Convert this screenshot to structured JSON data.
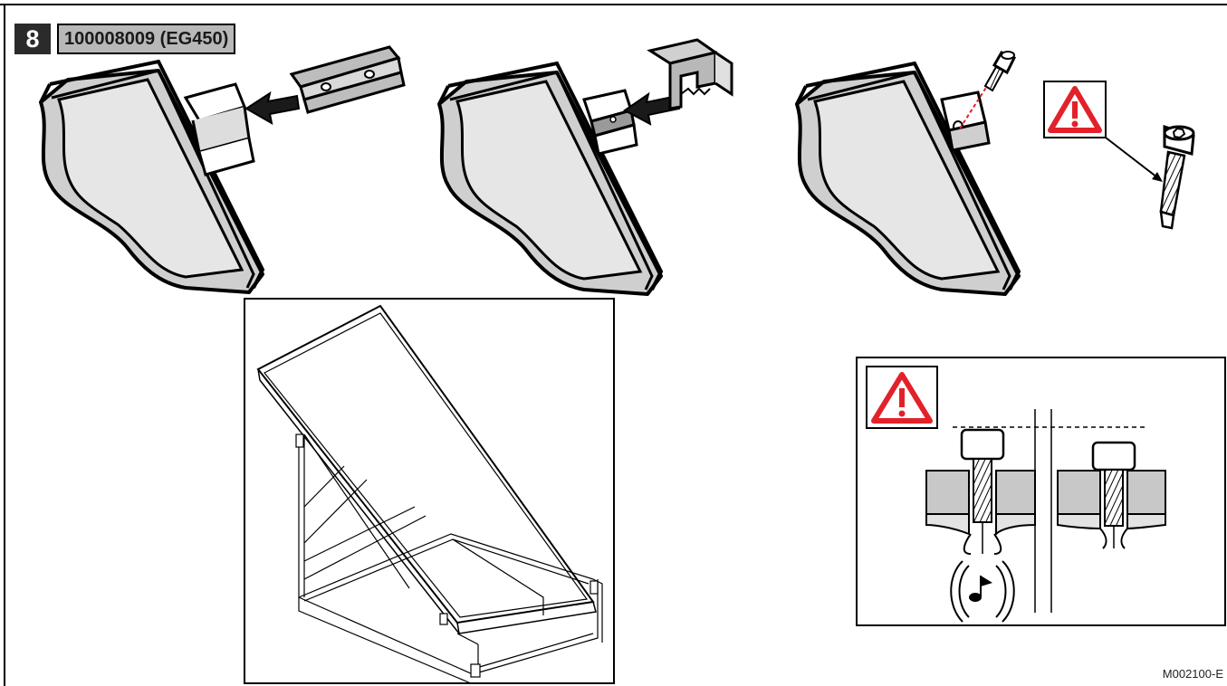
{
  "step": {
    "number": "8",
    "reference": "100008009 (EG450)"
  },
  "figure_code": "M002100-E",
  "colors": {
    "line": "#000000",
    "panel_gray": "#c8c8c8",
    "warning_red": "#e3212a"
  },
  "icons": [
    "warning-icon",
    "screw-icon",
    "insertion-arrow-icon",
    "sound-note-icon"
  ]
}
